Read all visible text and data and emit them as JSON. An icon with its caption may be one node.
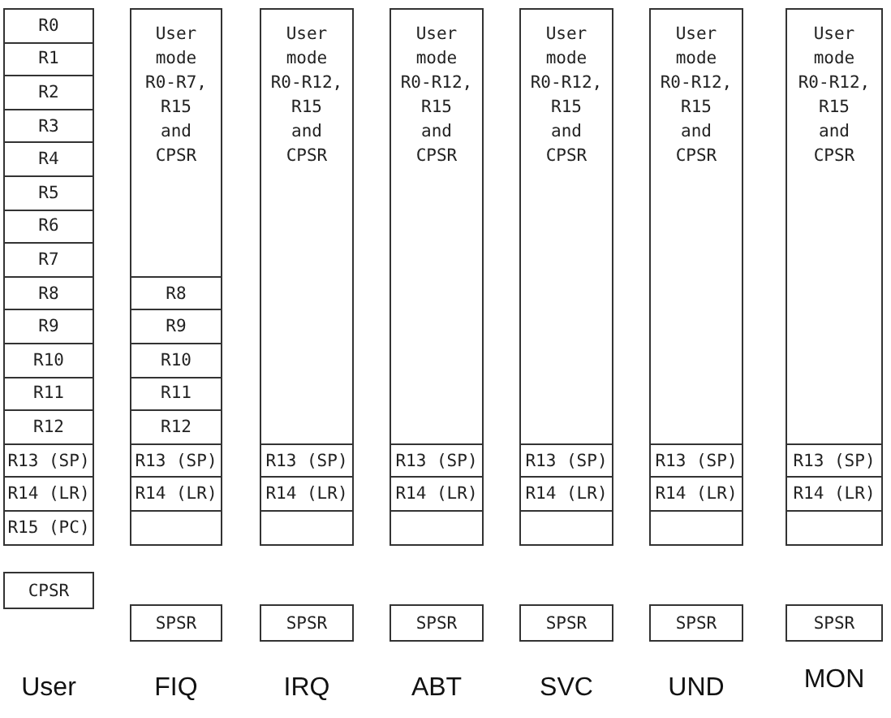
{
  "diagram": {
    "nodes": [
      {
        "text": [
          "R0"
        ]
      },
      {
        "text": [
          "R1"
        ]
      },
      {
        "text": [
          "R2"
        ]
      },
      {
        "text": [
          "R3"
        ]
      },
      {
        "text": [
          "R4"
        ]
      },
      {
        "text": [
          "R5"
        ]
      },
      {
        "text": [
          "R6"
        ]
      },
      {
        "text": [
          "R7"
        ]
      },
      {
        "text": [
          "R8"
        ]
      },
      {
        "text": [
          "R9"
        ]
      },
      {
        "text": [
          "R10"
        ]
      },
      {
        "text": [
          "R11"
        ]
      },
      {
        "text": [
          "R12"
        ]
      },
      {
        "text": [
          "R13 (SP)"
        ]
      },
      {
        "text": [
          "R14 (LR)"
        ]
      },
      {
        "text": [
          "R15 (PC)"
        ]
      },
      {
        "text": [
          "CPSR"
        ]
      },
      {
        "text": [
          "User mode R0-R7, R15 and CPSR"
        ]
      },
      {
        "text": [
          "R8"
        ]
      },
      {
        "text": [
          "R9"
        ]
      },
      {
        "text": [
          "R10"
        ]
      },
      {
        "text": [
          "R11"
        ]
      },
      {
        "text": [
          "R12"
        ]
      },
      {
        "text": [
          "R13 (SP)"
        ]
      },
      {
        "text": [
          "R14 (LR)"
        ]
      },
      {
        "text": [],
        "shape": "box"
      },
      {
        "text": [
          "SPSR"
        ]
      },
      {
        "text": [
          "User mode R0-R12, R15 and CPSR"
        ]
      },
      {
        "text": [
          "R13 (SP)"
        ]
      },
      {
        "text": [
          "R14 (LR)"
        ]
      },
      {
        "text": [],
        "shape": "box"
      },
      {
        "text": [
          "SPSR"
        ]
      },
      {
        "text": [
          "User mode R0-R12, R15 and CPSR"
        ]
      },
      {
        "text": [
          "R13 (SP)"
        ]
      },
      {
        "text": [
          "R14 (LR)"
        ]
      },
      {
        "text": [],
        "shape": "box"
      },
      {
        "text": [
          "SPSR"
        ]
      },
      {
        "text": [
          "User mode R0-R12, R15 and CPSR"
        ]
      },
      {
        "text": [
          "R13 (SP)"
        ]
      },
      {
        "text": [
          "R14 (LR)"
        ]
      },
      {
        "text": [],
        "shape": "box"
      },
      {
        "text": [
          "SPSR"
        ]
      },
      {
        "text": [
          "User mode R0-R12, R15 and CPSR"
        ]
      },
      {
        "text": [
          "R13 (SP)"
        ]
      },
      {
        "text": [
          "R14 (LR)"
        ]
      },
      {
        "text": [],
        "shape": "box"
      },
      {
        "text": [
          "SPSR"
        ]
      },
      {
        "text": [
          "User mode R0-R12, R15 and CPSR"
        ]
      },
      {
        "text": [
          "R13 (SP)"
        ]
      },
      {
        "text": [
          "R14 (LR)"
        ]
      },
      {
        "text": [],
        "shape": "box"
      },
      {
        "text": [
          "SPSR"
        ]
      }
    ],
    "edges": [],
    "labels": [
      "User",
      "FIQ",
      "IRQ",
      "ABT",
      "SVC",
      "UND",
      "MON"
    ]
  }
}
